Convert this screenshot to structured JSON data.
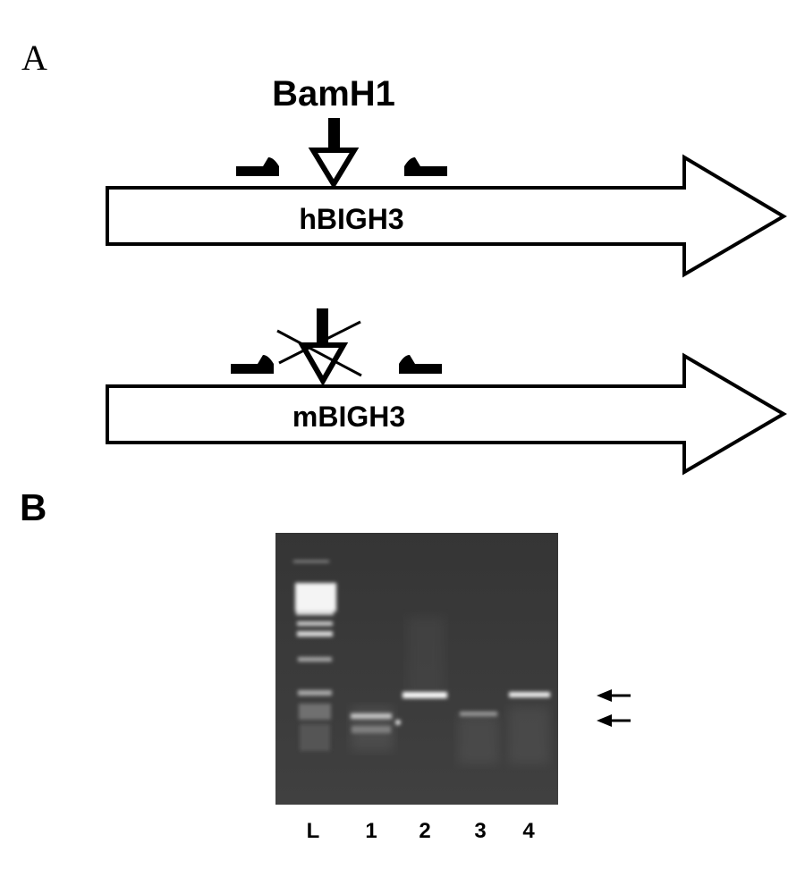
{
  "panel_a": {
    "label": "A",
    "enzyme_label": "BamH1",
    "human_gene_label": "hBIGH3",
    "mouse_gene_label": "mBIGH3"
  },
  "panel_b": {
    "label": "B",
    "lane_labels": [
      "L",
      "1",
      "2",
      "3",
      "4"
    ],
    "gel_background": "#3b3b3b"
  }
}
